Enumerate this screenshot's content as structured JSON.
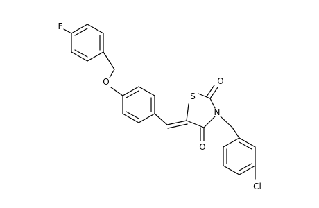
{
  "atoms": {
    "fluorine": "F",
    "ether_oxygen": "O",
    "ring_sulfur": "S",
    "ring_nitrogen": "N",
    "carbonyl_oxygen_top": "O",
    "carbonyl_oxygen_bottom": "O",
    "chlorine": "Cl"
  }
}
